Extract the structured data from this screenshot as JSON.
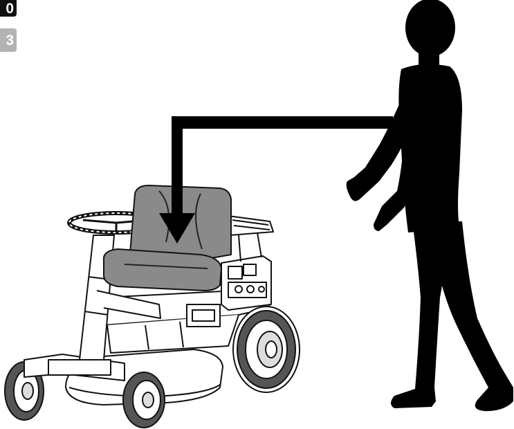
{
  "step_badges": {
    "previous": "0",
    "current": "3"
  },
  "colors": {
    "silhouette": "#000000",
    "seat": "#8a8a8a",
    "mower_body": "#ffffff",
    "outline": "#111111",
    "badge_dark": "#111111",
    "badge_light": "#b3b3b3"
  },
  "icons": {
    "person": "walking-person-silhouette",
    "pointer": "seat-pointer-arrow",
    "machine": "riding-mower"
  }
}
